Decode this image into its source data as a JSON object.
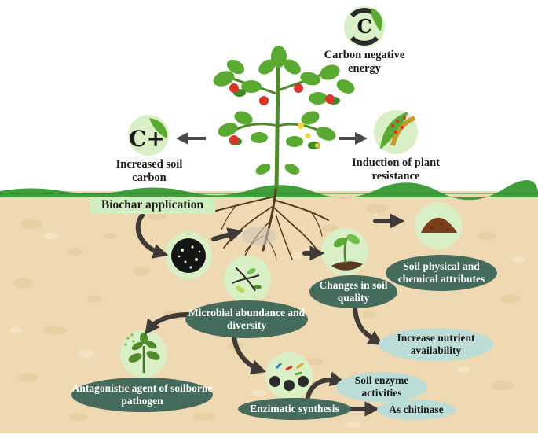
{
  "labels": {
    "carbon_negative": "Carbon negative energy",
    "increased_soil_carbon": "Increased soil carbon",
    "induction_resistance": "Induction of plant resistance",
    "biochar_application": "Biochar application",
    "soil_physical": "Soil physical and chemical attributes",
    "changes_soil_quality": "Changes in soil quality",
    "microbial_abundance": "Microbial abundance and diversity",
    "increase_nutrient": "Increase nutrient availability",
    "antagonistic_agent": "Antagonistic agent of soilborne pathogen",
    "soil_enzyme": "Soil enzyme activities",
    "enzimatic_synthesis": "Enzimatic synthesis",
    "as_chitinase": "As chitinase"
  },
  "icons": {
    "carbon_negative": "C",
    "increased_soil_carbon": "C+"
  },
  "colors": {
    "soil": "#efd9b3",
    "grass": "#3f9e3a",
    "dark_label": "#456b5d",
    "light_label": "#bcdcd7",
    "arrow": "#4a4a4a",
    "leaf": "#5aaa32",
    "tomato": "#d8342a"
  }
}
